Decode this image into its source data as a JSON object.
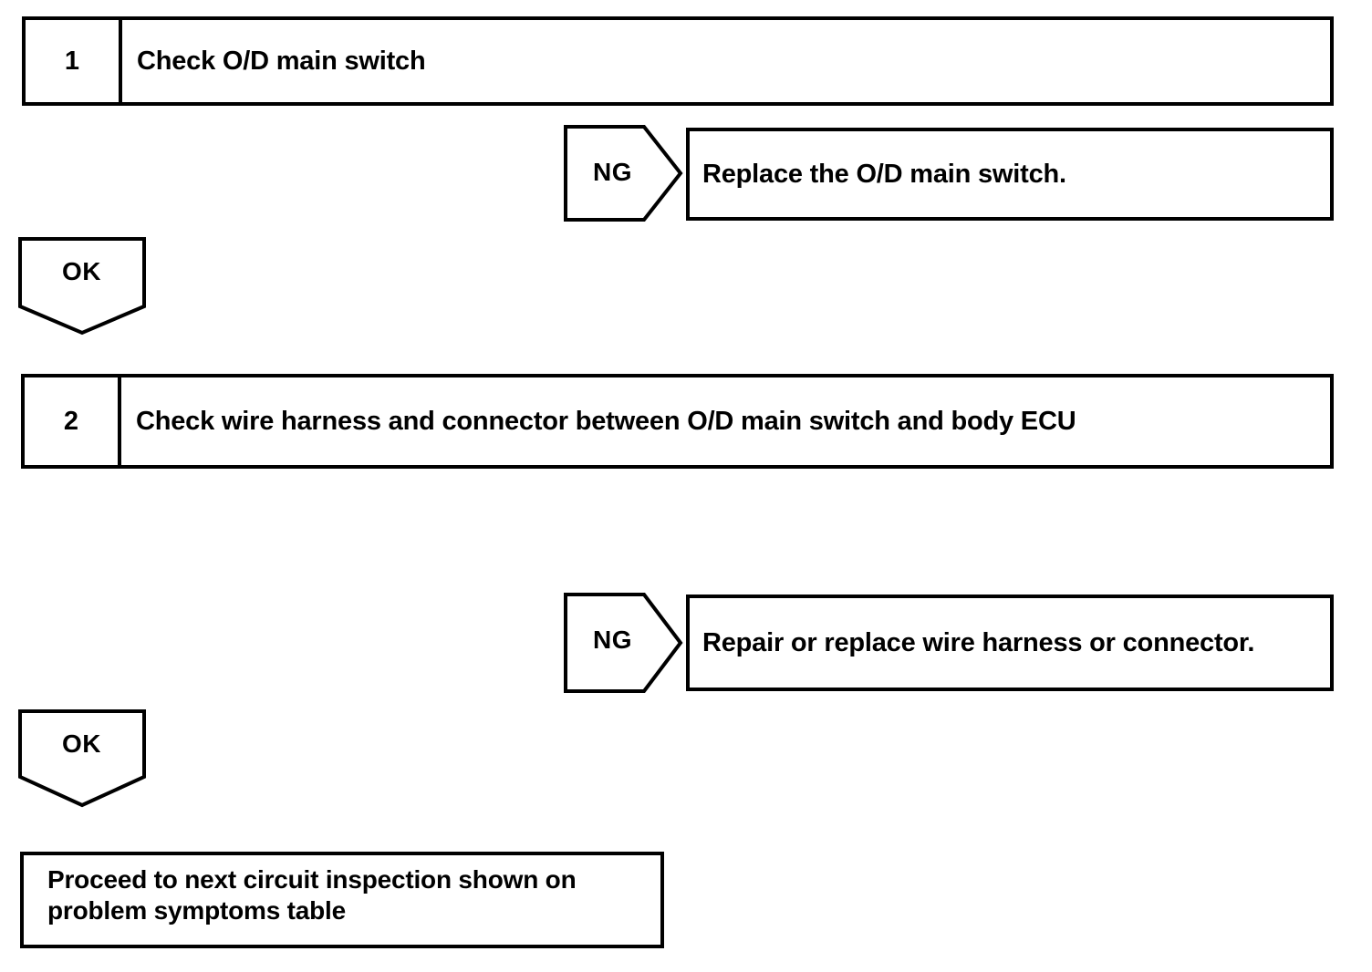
{
  "diagram": {
    "type": "troubleshooting-flowchart",
    "line_color": "#000000",
    "background_color": "#ffffff",
    "text_color": "#000000"
  },
  "steps": [
    {
      "number": "1",
      "title": "Check O/D main switch"
    },
    {
      "number": "2",
      "title": "Check wire harness and connector between O/D main switch and body ECU"
    }
  ],
  "connectors": {
    "ng_1": "NG",
    "ok_1": "OK",
    "ng_2": "NG",
    "ok_2": "OK"
  },
  "actions": [
    {
      "text": "Replace the O/D main switch."
    },
    {
      "text": "Repair or replace wire harness or connector."
    }
  ],
  "terminal": {
    "text": "Proceed to next circuit inspection shown on\nproblem symptoms table"
  }
}
